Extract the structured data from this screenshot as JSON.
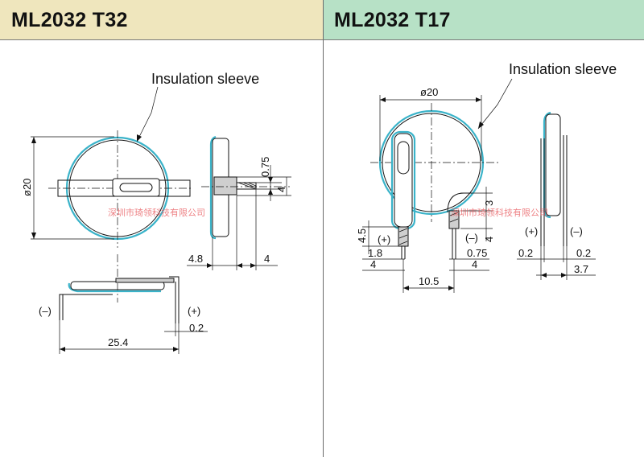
{
  "panels": {
    "left_title": "ML2032 T32",
    "right_title": "ML2032 T17"
  },
  "left": {
    "insulation_label": "Insulation sleeve",
    "dim_diameter": "ø20",
    "dim_075": "0.75",
    "dim_4_vertical": "4",
    "dim_48": "4.8",
    "dim_4_horizontal": "4",
    "minus_label": "(–)",
    "plus_label": "(+)",
    "dim_02": "0.2",
    "dim_254": "25.4",
    "watermark": "深圳市琦领科技有限公司"
  },
  "right": {
    "insulation_label": "Insulation sleeve",
    "dim_diameter": "ø20",
    "dim_45": "4.5",
    "plus_label": "(+)",
    "minus_label": "(–)",
    "dim_18": "1.8",
    "dim_4_left": "4",
    "dim_3": "3",
    "dim_4_vertical": "4",
    "dim_075": "0.75",
    "dim_4_right": "4",
    "dim_105": "10.5",
    "side_plus": "(+)",
    "side_minus": "(–)",
    "dim_02_a": "0.2",
    "dim_02_b": "0.2",
    "dim_37": "3.7",
    "watermark": "深圳市琦领科技有限公司"
  },
  "colors": {
    "left_header": "#efe6bd",
    "right_header": "#b7e1c6",
    "sleeve": "#3ab3c9",
    "watermark": "#e8585c"
  }
}
